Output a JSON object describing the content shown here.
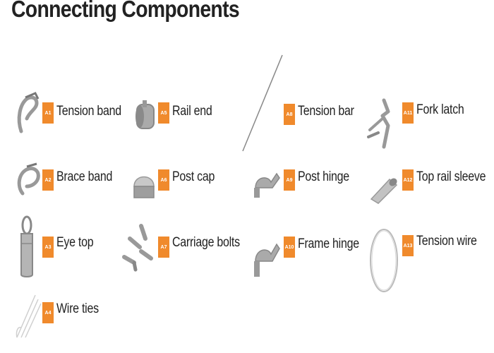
{
  "title": "Connecting Components",
  "components": [
    {
      "code": "A1",
      "label": "Tension band",
      "icon": "tension-band-icon"
    },
    {
      "code": "A2",
      "label": "Brace band",
      "icon": "brace-band-icon"
    },
    {
      "code": "A3",
      "label": "Eye top",
      "icon": "eye-top-icon"
    },
    {
      "code": "A4",
      "label": "Wire ties",
      "icon": "wire-ties-icon"
    },
    {
      "code": "A5",
      "label": "Rail end",
      "icon": "rail-end-icon"
    },
    {
      "code": "A6",
      "label": "Post cap",
      "icon": "post-cap-icon"
    },
    {
      "code": "A7",
      "label": "Carriage bolts",
      "icon": "carriage-bolts-icon"
    },
    {
      "code": "A8",
      "label": "Tension bar",
      "icon": "tension-bar-icon"
    },
    {
      "code": "A9",
      "label": "Post hinge",
      "icon": "post-hinge-icon"
    },
    {
      "code": "A10",
      "label": "Frame hinge",
      "icon": "frame-hinge-icon"
    },
    {
      "code": "A11",
      "label": "Fork latch",
      "icon": "fork-latch-icon"
    },
    {
      "code": "A12",
      "label": "Top rail sleeve",
      "icon": "top-rail-sleeve-icon"
    },
    {
      "code": "A13",
      "label": "Tension wire",
      "icon": "tension-wire-icon"
    }
  ],
  "colors": {
    "badge": "#f08a2c",
    "text": "#222222",
    "metal": "#9a9a9a"
  }
}
